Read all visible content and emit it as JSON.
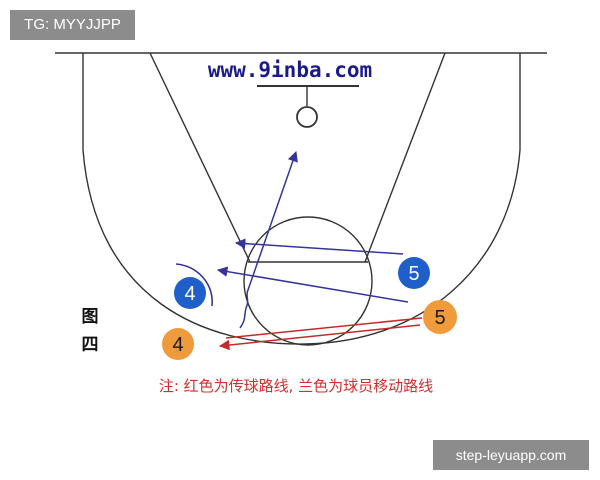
{
  "watermark_top_left": "TG: MYYJJPP",
  "watermark_bottom_right": "step-leyuapp.com",
  "site_url": "www.9inba.com",
  "figure_label": [
    "图",
    "四"
  ],
  "note": "注: 红色为传球路线, 兰色为球员移动路线",
  "players": {
    "blue_4": "4",
    "blue_5": "5",
    "orange_4": "4",
    "orange_5": "5"
  },
  "colors": {
    "blue_player": "#1e5fc9",
    "orange_player": "#ef9a3b",
    "move_route": "#34349a",
    "pass_route": "#c32a2a",
    "note_text": "#d22f2f",
    "url_text": "#1a1a8c",
    "court_line": "#333333"
  }
}
